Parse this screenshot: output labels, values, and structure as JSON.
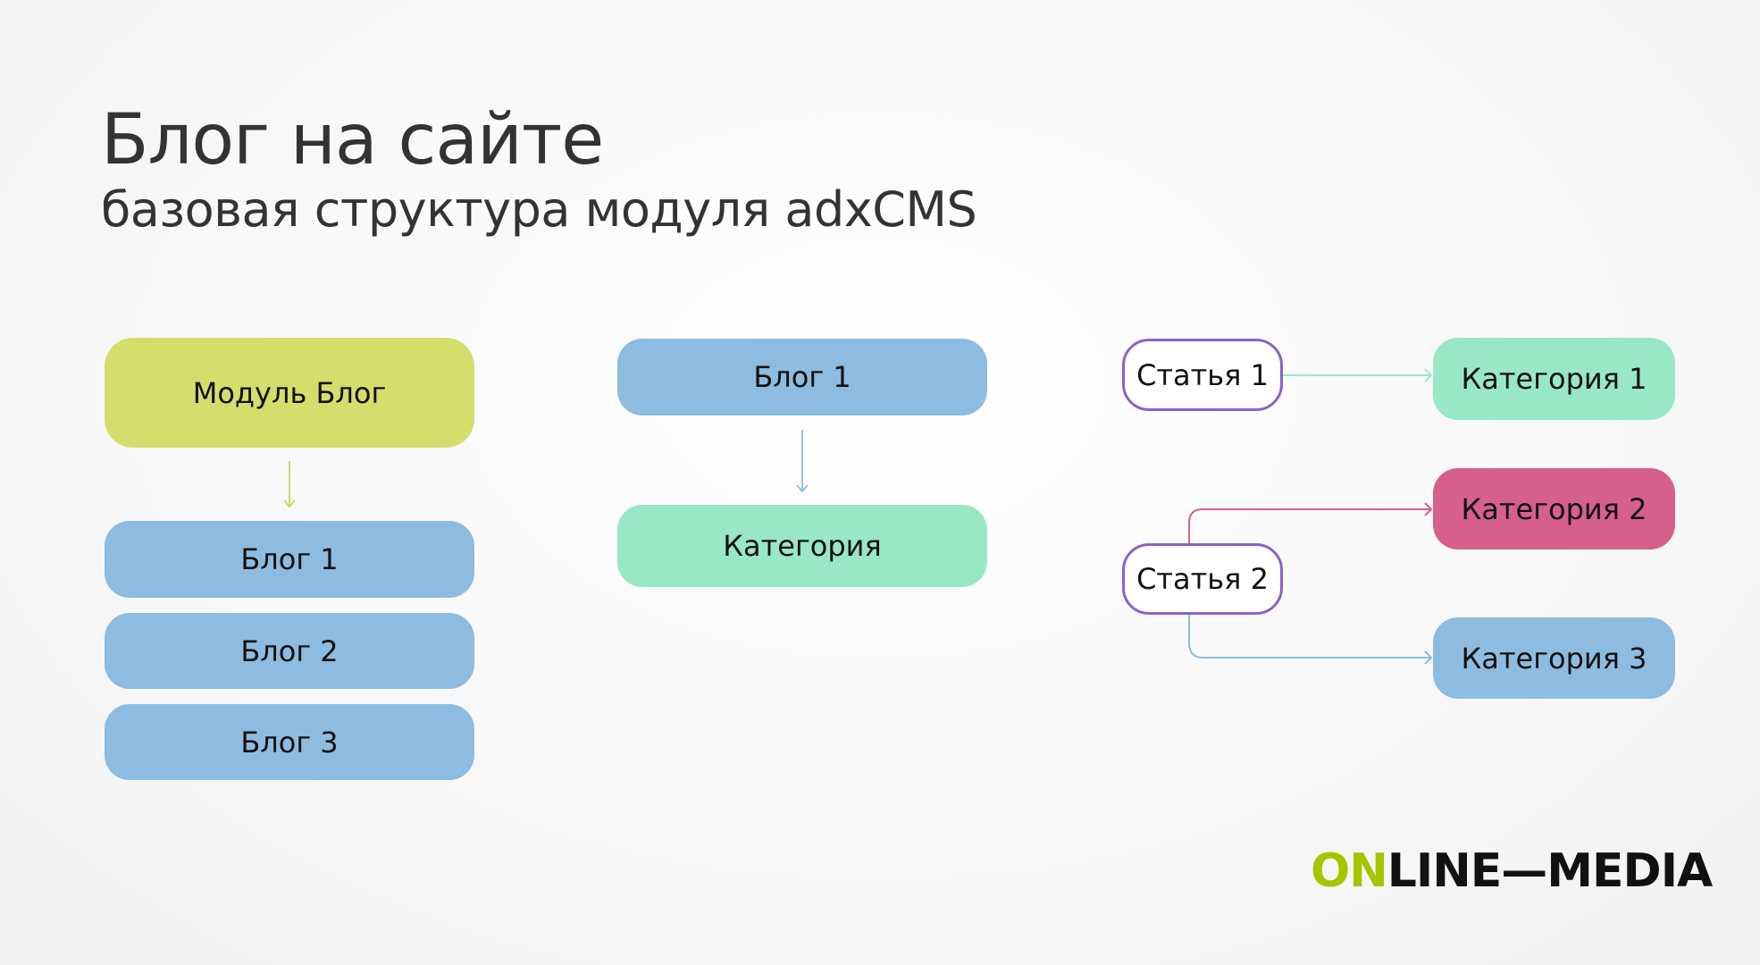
{
  "header": {
    "title": "Блог на сайте",
    "subtitle": "базовая структура модуля adxCMS"
  },
  "column1": {
    "module": "Модуль Блог",
    "blogs": [
      "Блог 1",
      "Блог 2",
      "Блог 3"
    ]
  },
  "column2": {
    "blog": "Блог 1",
    "category": "Категория"
  },
  "column3": {
    "articles": [
      "Статья 1",
      "Статья 2"
    ],
    "categories": [
      "Категория 1",
      "Категория 2",
      "Категория 3"
    ]
  },
  "logo": {
    "part1": "ON",
    "part2": "LINE—MEDIA"
  },
  "colors": {
    "module": "#d4de6b",
    "blog": "#8dbce0",
    "category": "#98e8c8",
    "category2": "#d6608b",
    "article_border": "#8a63c8",
    "logo_accent": "#a7c400"
  }
}
